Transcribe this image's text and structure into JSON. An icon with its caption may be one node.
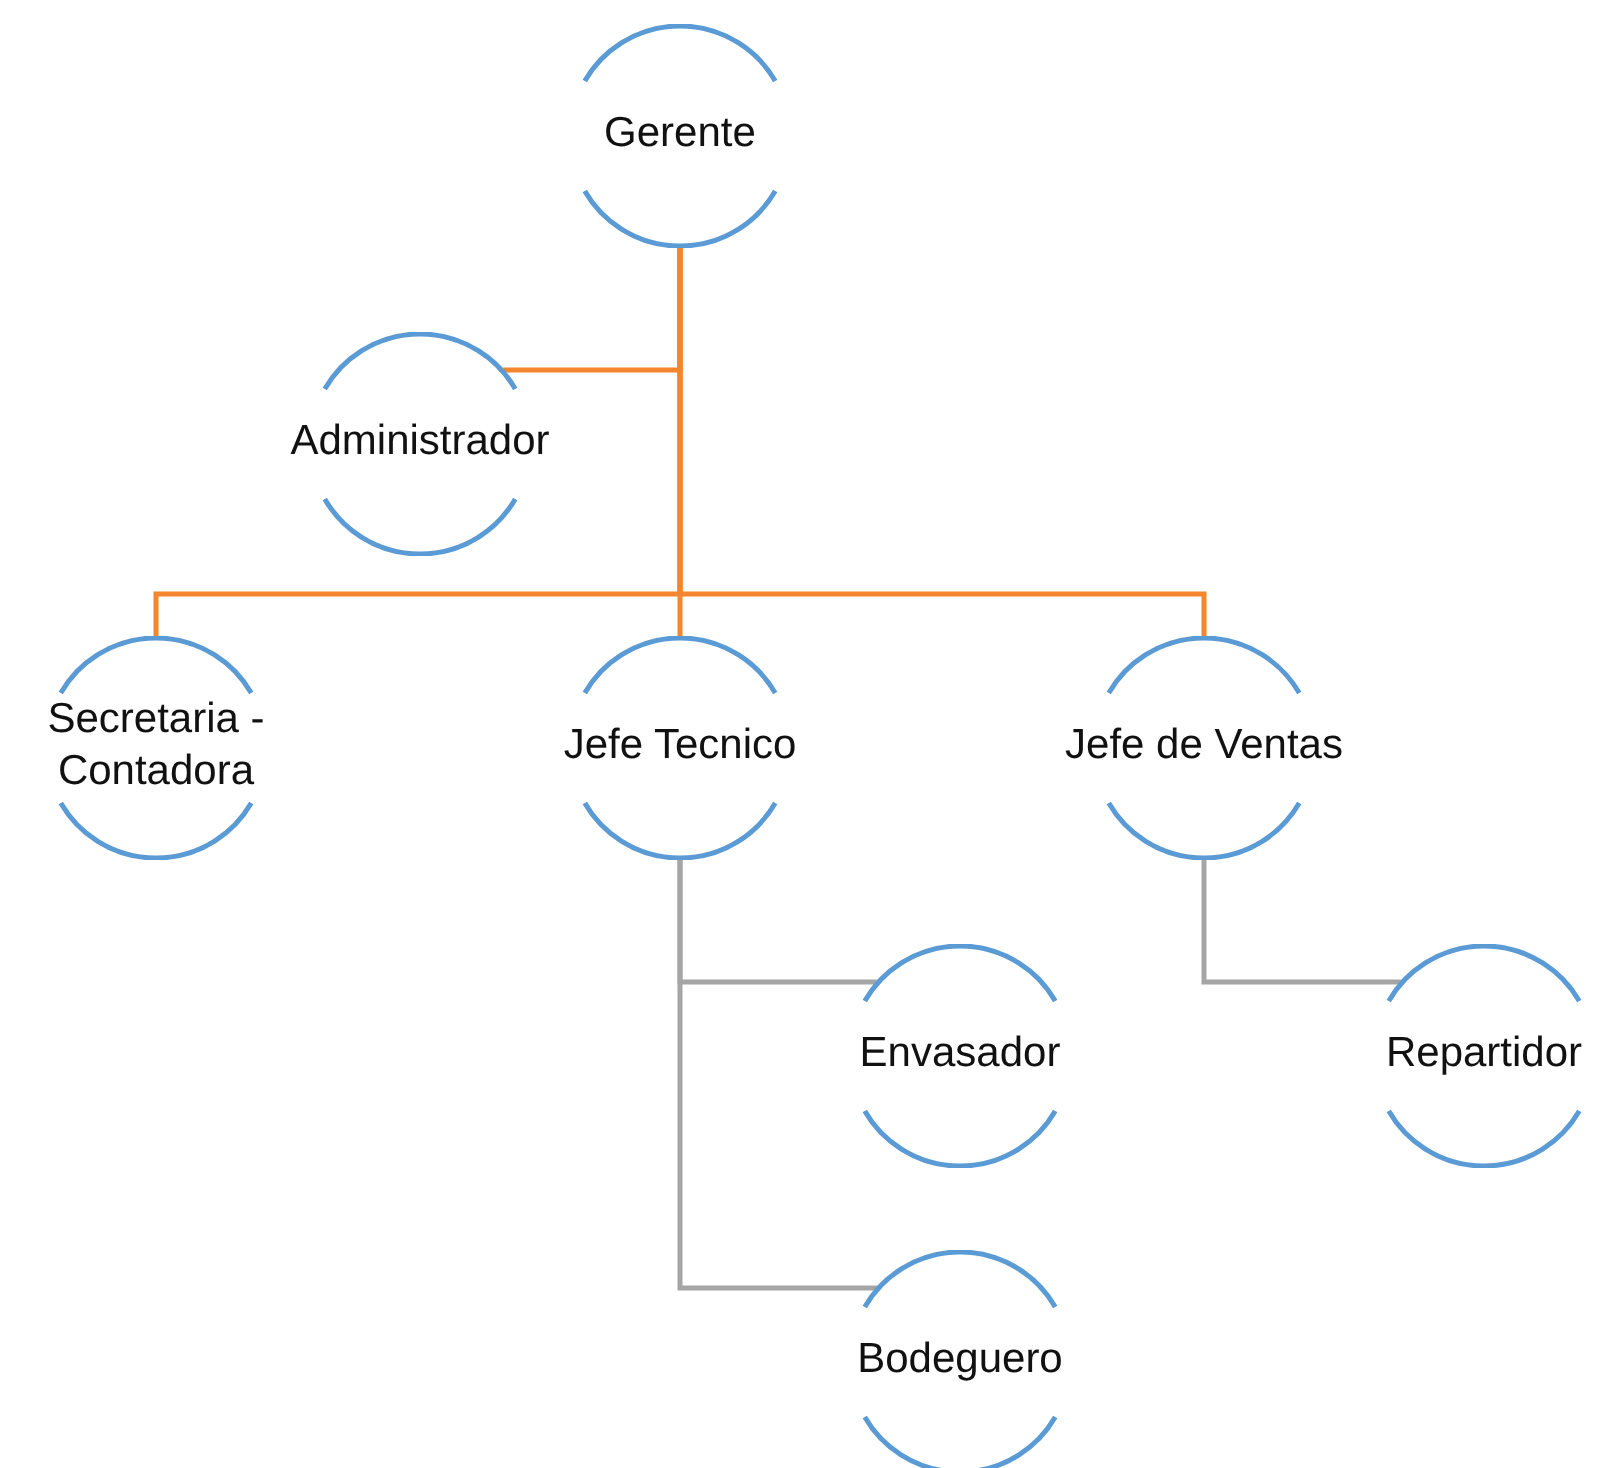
{
  "diagram": {
    "nodes": [
      {
        "text": [
          "Gerente"
        ]
      },
      {
        "text": [
          "Administrador"
        ]
      },
      {
        "text": [
          "Secretaria - Contadora"
        ]
      },
      {
        "text": [
          "Jefe Tecnico"
        ]
      },
      {
        "text": [
          "Jefe de Ventas"
        ]
      },
      {
        "text": [
          "Envasador"
        ]
      },
      {
        "text": [
          "Repartidor"
        ]
      },
      {
        "text": [
          "Bodeguero"
        ]
      }
    ],
    "edges": [
      {
        "from": 0,
        "to": 1,
        "arrow": "none"
      },
      {
        "from": 0,
        "to": 2,
        "arrow": "none"
      },
      {
        "from": 0,
        "to": 3,
        "arrow": "none"
      },
      {
        "from": 0,
        "to": 4,
        "arrow": "none"
      },
      {
        "from": 3,
        "to": 5,
        "arrow": "none",
        "color": "#a5a5a5"
      },
      {
        "from": 3,
        "to": 7,
        "arrow": "none",
        "color": "#a5a5a5"
      },
      {
        "from": 4,
        "to": 6,
        "arrow": "none",
        "color": "#a5a5a5"
      }
    ]
  }
}
